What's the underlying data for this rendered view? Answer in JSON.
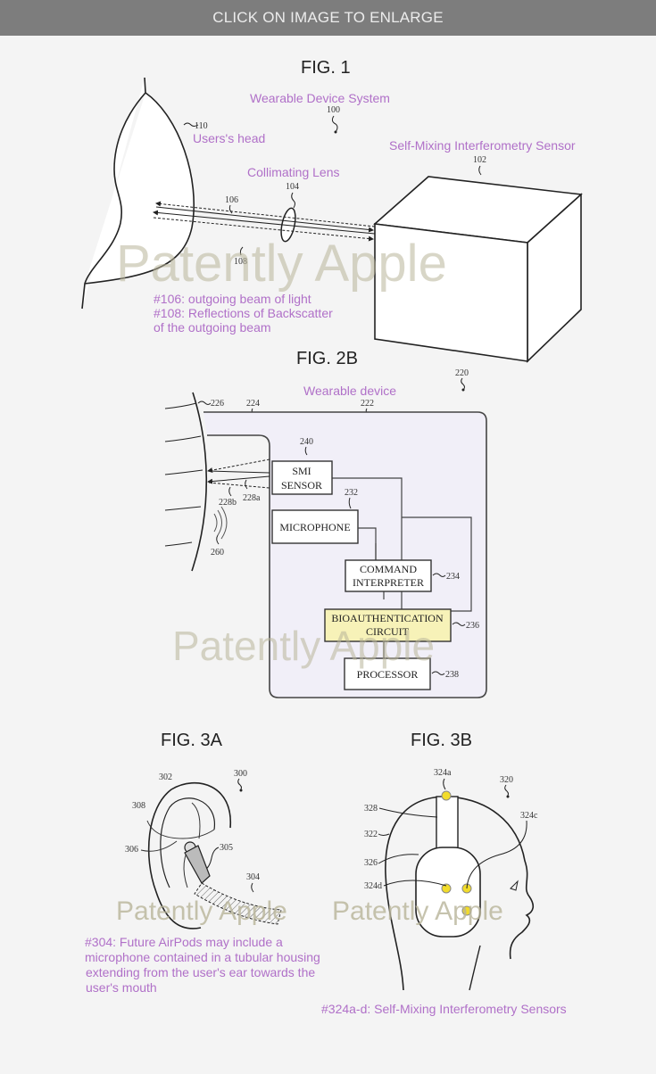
{
  "banner": {
    "label": "CLICK ON IMAGE TO ENLARGE"
  },
  "watermark": "Patently Apple",
  "colors": {
    "annotation": "#b070c8",
    "highlight_box": "#f7f2b8",
    "sensor_dot": "#f2dc2a",
    "device_fill": "#f1eff8"
  },
  "fig1": {
    "title": "FIG. 1",
    "system_label": "Wearable Device System",
    "system_ref": "100",
    "head_ref": "110",
    "head_label": "Users's head",
    "lens_label": "Collimating Lens",
    "lens_ref": "104",
    "sensor_label": "Self-Mixing Interferometry Sensor",
    "sensor_ref": "102",
    "beam_out_ref": "106",
    "beam_back_ref": "108",
    "notes": [
      "#106: outgoing beam of light",
      "#108: Reflections of Backscatter",
      "of the outgoing beam"
    ]
  },
  "fig2b": {
    "title": "FIG. 2B",
    "device_label": "Wearable device",
    "refs": {
      "system": "220",
      "skin": "226",
      "housing": "224",
      "device": "222",
      "smi": "240",
      "mic": "232",
      "cmd": "234",
      "bio": "236",
      "proc": "238",
      "beam_a": "228a",
      "beam_b": "228b",
      "sound": "260"
    },
    "blocks": {
      "smi": [
        "SMI",
        "SENSOR"
      ],
      "mic": "MICROPHONE",
      "cmd": [
        "COMMAND",
        "INTERPRETER"
      ],
      "bio": [
        "BIOAUTHENTICATION",
        "CIRCUIT"
      ],
      "proc": "PROCESSOR"
    }
  },
  "fig3a": {
    "title": "FIG. 3A",
    "refs": {
      "system": "300",
      "ear_outer": "302",
      "ear_inner": "308",
      "canal": "306",
      "bud": "305",
      "tube": "304"
    },
    "notes": [
      "#304: Future AirPods may include a",
      "microphone contained in a tubular housing",
      "extending from the user's ear towards the",
      "user's mouth"
    ]
  },
  "fig3b": {
    "title": "FIG. 3B",
    "refs": {
      "system": "320",
      "top_sensor": "324a",
      "side_sensor": "324c",
      "lower_sensor": "324d",
      "band": "328",
      "head": "322",
      "cup": "326"
    },
    "note": "#324a-d: Self-Mixing Interferometry Sensors"
  }
}
